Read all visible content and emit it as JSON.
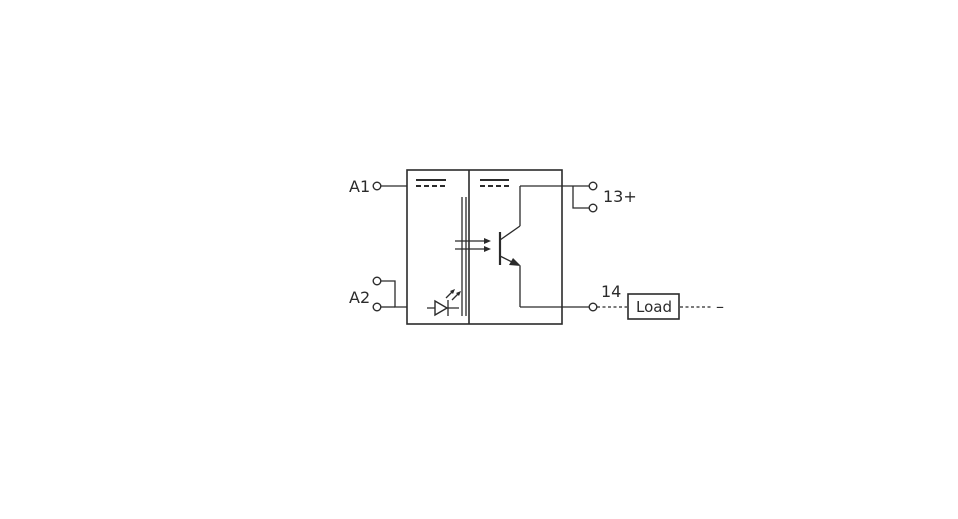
{
  "diagram": {
    "terminals": {
      "a1": "A1",
      "a2": "A2",
      "t13": "13+",
      "t14": "14",
      "minus": "–"
    },
    "load_label": "Load",
    "colors": {
      "line": "#2b2b2b",
      "background": "#ffffff"
    },
    "icons": [
      "led-icon",
      "optocoupler-arrows-icon",
      "transistor-icon",
      "dc-symbol-icon"
    ]
  }
}
